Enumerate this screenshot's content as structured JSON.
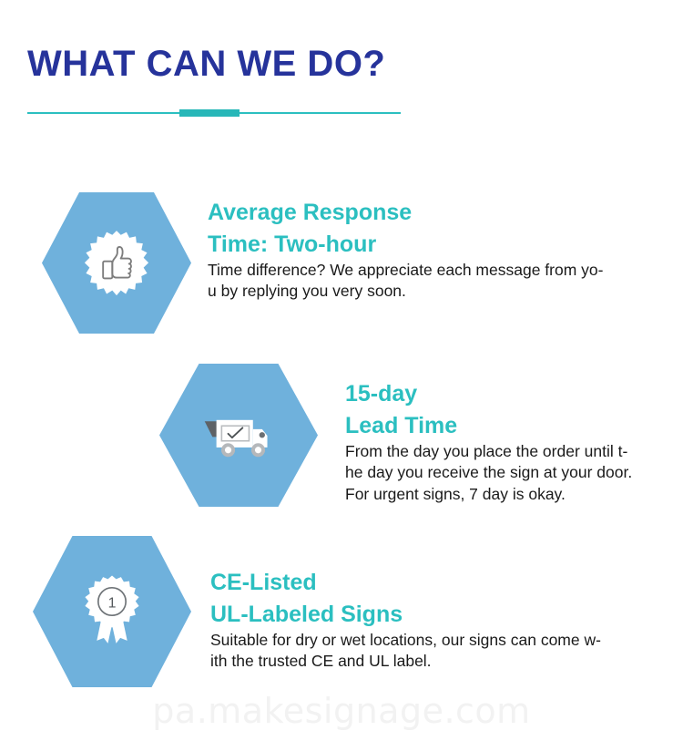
{
  "header": {
    "title": "WHAT CAN WE DO?",
    "title_color": "#26339B",
    "divider_color": "#2BBFC0"
  },
  "theme": {
    "hexagon_blue": "#6FB1DC",
    "heading_teal": "#2BBFC0",
    "body_text": "#1a1a1a",
    "background": "#ffffff",
    "watermark_gray": "#f2f2f2"
  },
  "features": [
    {
      "icon": "thumbs-up-badge-icon",
      "heading_line1": "Average Response",
      "heading_line2": "Time: Two-hour",
      "body_line1": "Time difference? We appreciate each message from yo-",
      "body_line2": "u by replying you very soon.",
      "body_line3": ""
    },
    {
      "icon": "delivery-truck-icon",
      "heading_line1": "15-day",
      "heading_line2": "Lead Time",
      "body_line1": "From the day you place the order until t-",
      "body_line2": "he day you receive the sign at your door.",
      "body_line3": "For urgent signs, 7 day is okay."
    },
    {
      "icon": "award-ribbon-icon",
      "heading_line1": "CE-Listed",
      "heading_line2": "UL-Labeled Signs",
      "body_line1": "Suitable for dry or wet locations, our signs can come w-",
      "body_line2": "ith the trusted CE and UL label.",
      "body_line3": ""
    }
  ],
  "award_badge_number": "1",
  "watermark": "pa.makesignage.com"
}
